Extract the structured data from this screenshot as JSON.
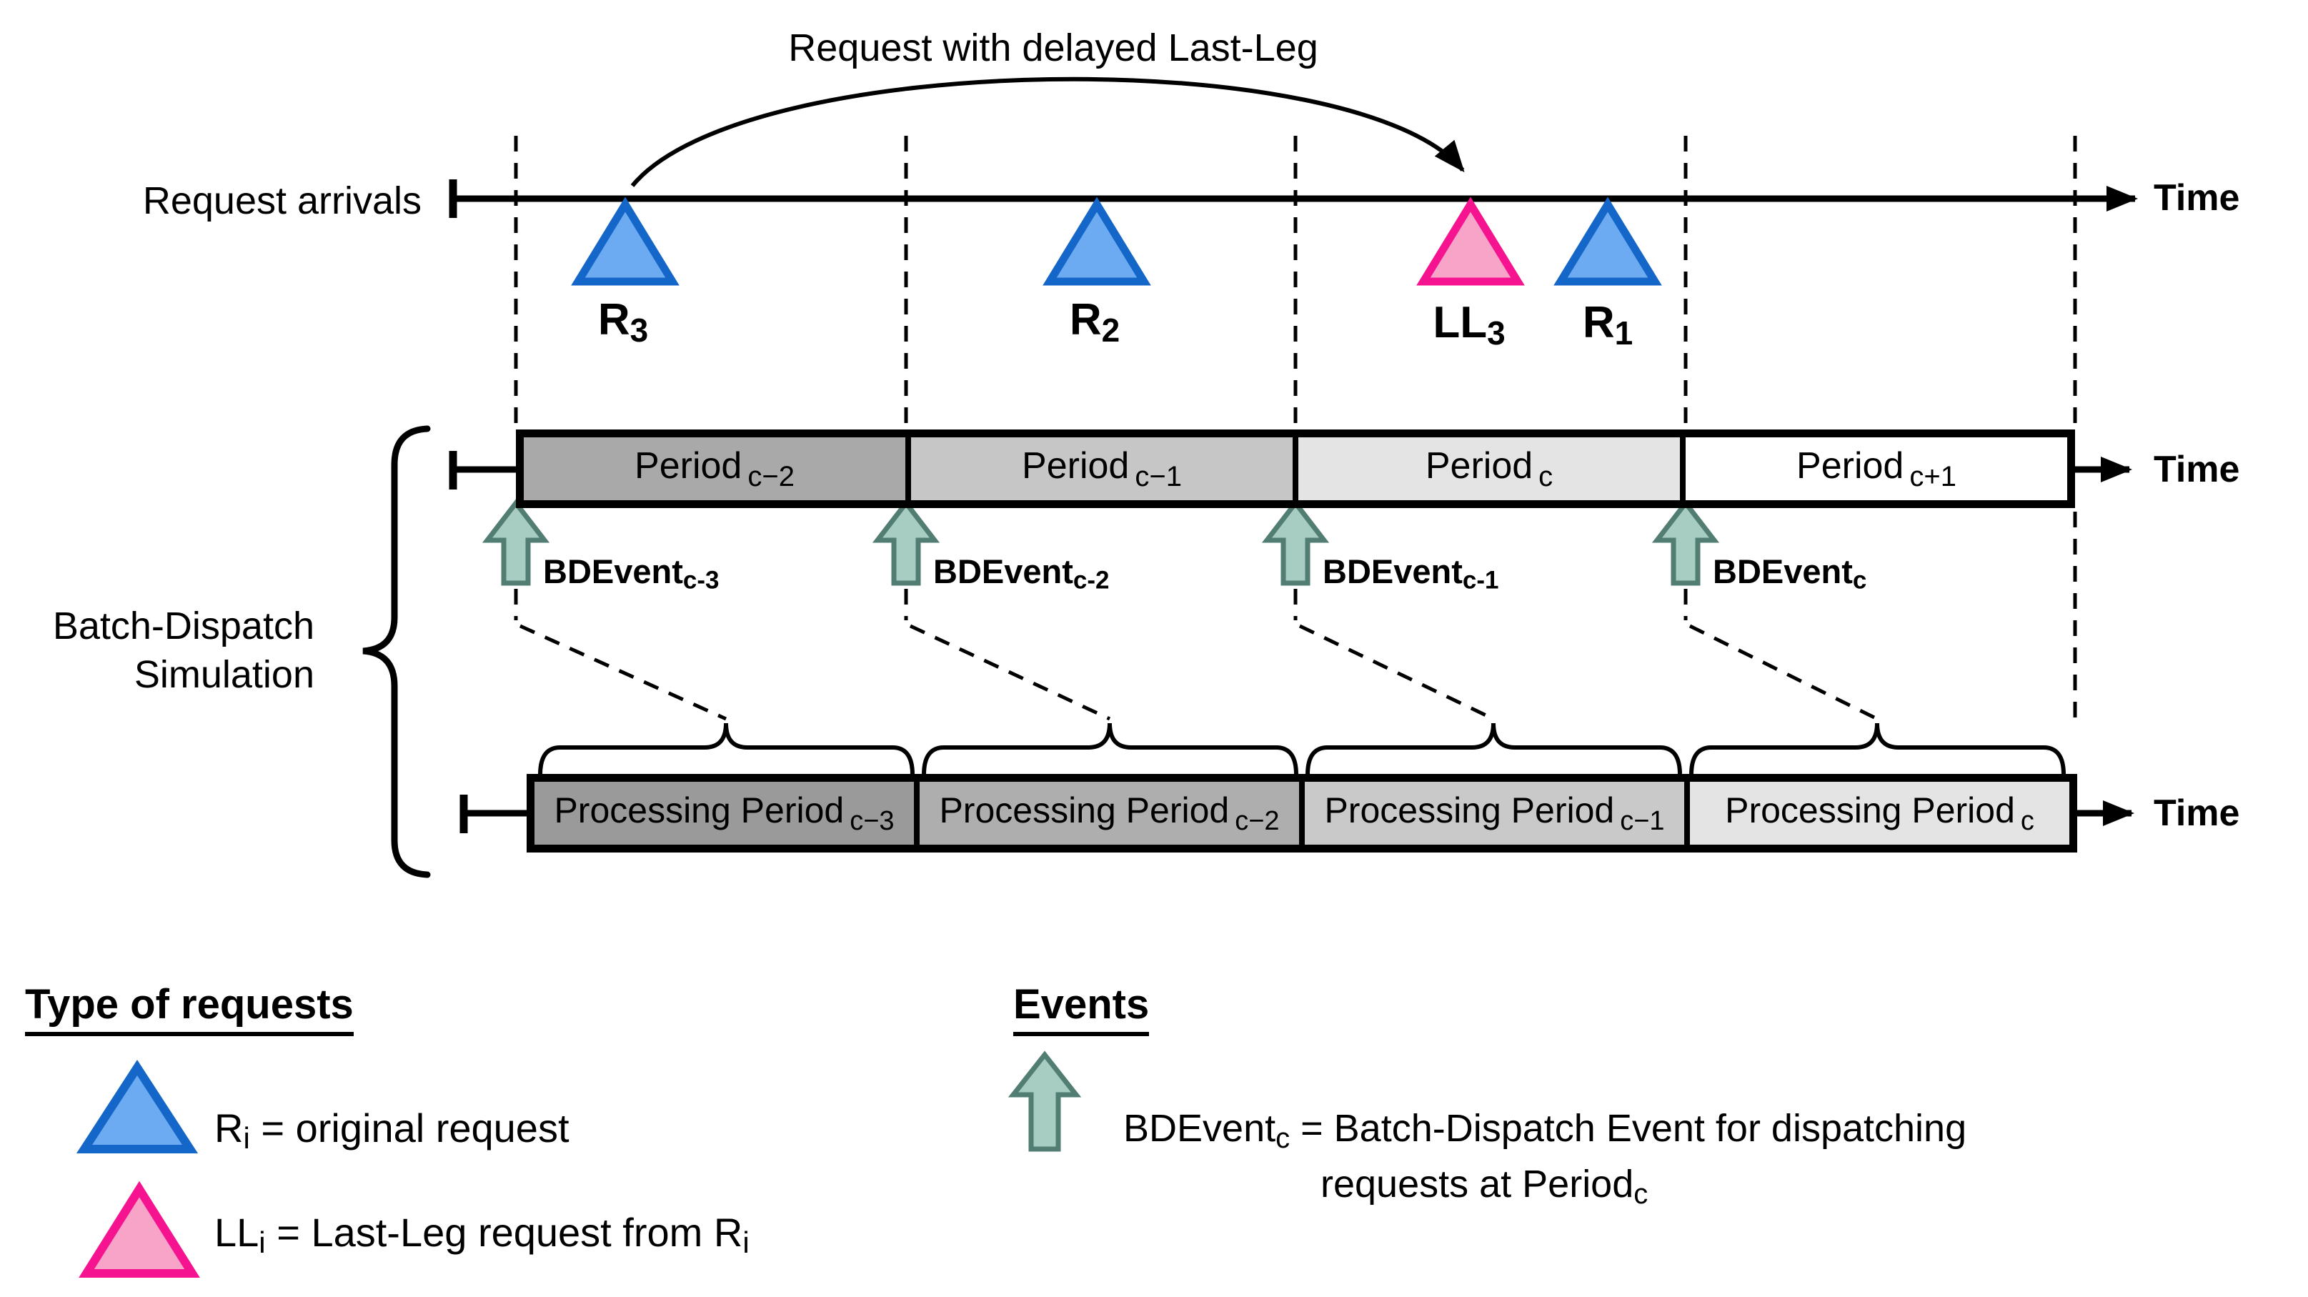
{
  "colors": {
    "blue-fill": "#6cabf2",
    "blue-border": "#1467c8",
    "pink-fill": "#f8a3c8",
    "pink-border": "#f5138f",
    "teal-fill": "#a7cdc3",
    "teal-border": "#527d72",
    "period-c2": "#a9a9a9",
    "period-c1": "#c6c6c6",
    "period-c": "#e4e4e4",
    "period-cp1": "#ffffff",
    "proc-c3": "#9a9a9a",
    "proc-c2": "#aeaeae",
    "proc-c1": "#c9c9c9",
    "proc-c": "#e4e4e4"
  },
  "annotation": {
    "text": "Request with delayed Last-Leg"
  },
  "arrivals": {
    "axis_label": "Request arrivals",
    "time_label": "Time",
    "markers": [
      {
        "main": "R",
        "sub": "3"
      },
      {
        "main": "R",
        "sub": "2"
      },
      {
        "main": "LL",
        "sub": "3"
      },
      {
        "main": "R",
        "sub": "1"
      }
    ]
  },
  "periods": {
    "time_label": "Time",
    "segments": [
      {
        "main": "Period",
        "sub": "c−2"
      },
      {
        "main": "Period",
        "sub": "c−1"
      },
      {
        "main": "Period",
        "sub": "c"
      },
      {
        "main": "Period",
        "sub": "c+1"
      }
    ],
    "events": [
      {
        "main": "BDEvent",
        "sub": "c-3"
      },
      {
        "main": "BDEvent",
        "sub": "c-2"
      },
      {
        "main": "BDEvent",
        "sub": "c-1"
      },
      {
        "main": "BDEvent",
        "sub": "c"
      }
    ]
  },
  "processing": {
    "time_label": "Time",
    "segments": [
      {
        "main": "Processing Period",
        "sub": "c−3"
      },
      {
        "main": "Processing Period",
        "sub": "c−2"
      },
      {
        "main": "Processing Period",
        "sub": "c−1"
      },
      {
        "main": "Processing Period",
        "sub": "c"
      }
    ]
  },
  "brace_label": {
    "line1": "Batch-Dispatch",
    "line2": "Simulation"
  },
  "legend_requests": {
    "title": "Type of requests",
    "item_original": {
      "symbol_main": "R",
      "symbol_sub": "i",
      "desc": " = original request"
    },
    "item_lastleg": {
      "symbol_main": "LL",
      "symbol_sub": "i",
      "desc_prefix": " = Last-Leg request from ",
      "ref_main": "R",
      "ref_sub": "i"
    }
  },
  "legend_events": {
    "title": "Events",
    "line1_main": "BDEvent",
    "line1_sub": "c",
    "line1_rest": " = Batch-Dispatch Event for dispatching",
    "line2_main": "requests at Period",
    "line2_sub": "c"
  }
}
